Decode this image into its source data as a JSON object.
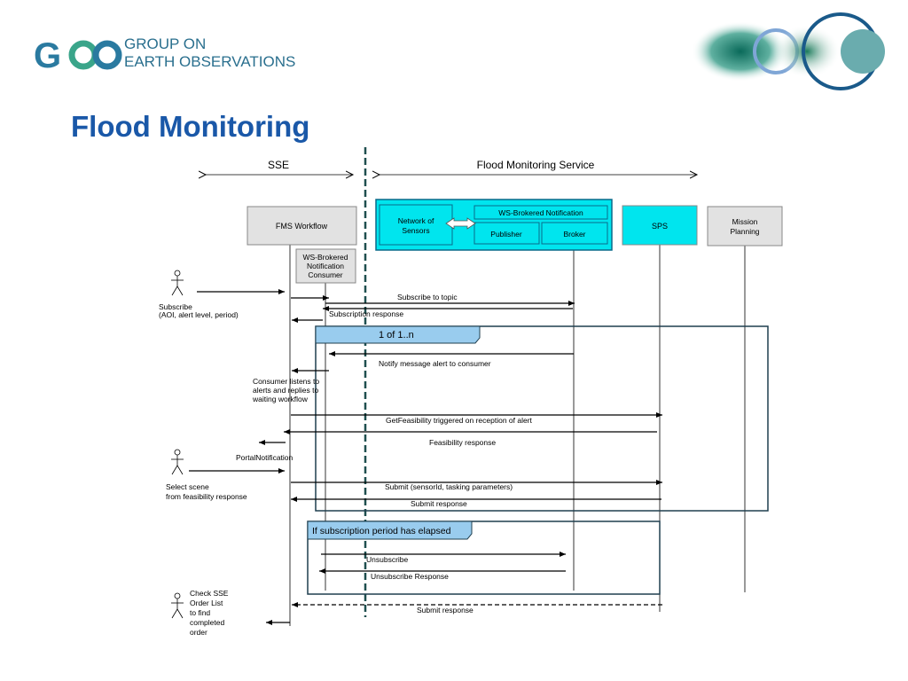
{
  "header": {
    "org_line1": "GROUP ON",
    "org_line2": "EARTH OBSERVATIONS"
  },
  "slide": {
    "title": "Flood Monitoring"
  },
  "diagram": {
    "domains": {
      "sse": "SSE",
      "fms": "Flood Monitoring Service"
    },
    "lifelines": {
      "fms_workflow": "FMS Workflow",
      "consumer": [
        "WS-Brokered",
        "Notification",
        "Consumer"
      ],
      "network": [
        "Network of",
        "Sensors"
      ],
      "ws_notification": "WS-Brokered Notification",
      "publisher": "Publisher",
      "broker": "Broker",
      "sps": "SPS",
      "mission": [
        "Mission",
        "Planning"
      ]
    },
    "actors": {
      "subscribe": [
        "Subscribe",
        "(AOI, alert level, period)"
      ],
      "select": [
        "Select scene",
        "from feasibility response"
      ],
      "check": [
        "Check SSE",
        "Order List",
        "to find",
        "completed",
        "order"
      ]
    },
    "frames": {
      "loop": "1 of 1..n",
      "condition": "If subscription period has elapsed"
    },
    "notes": {
      "consumer_listens": [
        "Consumer listens to",
        "alerts and replies to",
        "waiting workflow"
      ]
    },
    "messages": {
      "subscribe_topic": "Subscribe to topic",
      "subscription_response": "Subscription response",
      "notify": "Notify message alert to consumer",
      "getfeasibility": "GetFeasibility triggered on reception of alert",
      "feasibility_response": "Feasibility response",
      "portal_notification": "PortalNotification",
      "submit": "Submit  (sensorId, tasking parameters)",
      "submit_response_1": "Submit response",
      "unsubscribe": "Unsubscribe",
      "unsubscribe_response": "Unsubscribe Response",
      "submit_response_2": "Submit response"
    }
  },
  "colors": {
    "title": "#1a58a8",
    "cyan": "#00e5ee",
    "frame_label": "#99ccee",
    "frame_border": "#1f3f4f",
    "divider": "#1f4f4f"
  }
}
